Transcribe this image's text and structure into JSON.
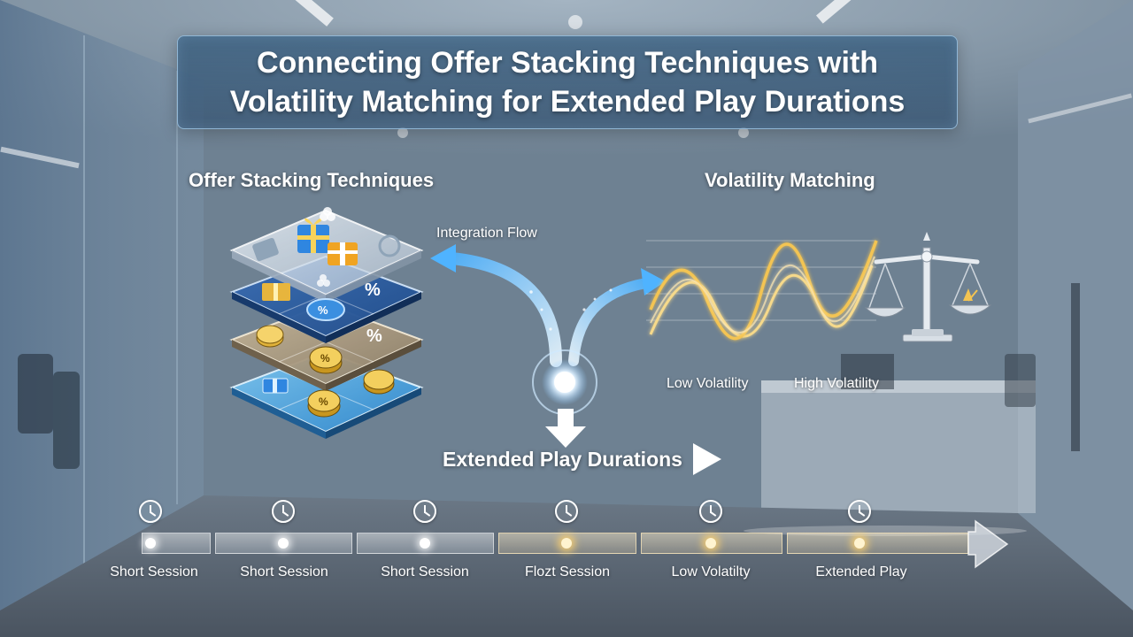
{
  "title": {
    "line1": "Connecting Offer Stacking Techniques with",
    "line2": "Volatility Matching for Extended Play Durations"
  },
  "left_section": {
    "heading": "Offer Stacking Techniques",
    "layers": [
      {
        "name": "gift-layer",
        "symbols": [
          "gift-icon",
          "gift-icon",
          "clover-icon",
          "ticket-icon"
        ]
      },
      {
        "name": "discount-layer",
        "symbols": [
          "gift-icon",
          "%",
          "%"
        ]
      },
      {
        "name": "coin-layer",
        "symbols": [
          "coin-icon",
          "%",
          "coin-icon"
        ]
      },
      {
        "name": "base-layer",
        "symbols": [
          "gift-icon",
          "coin-icon",
          "coin-icon"
        ]
      }
    ]
  },
  "integration": {
    "label": "Integration Flow"
  },
  "right_section": {
    "heading": "Volatility Matching",
    "low_label": "Low Volatility",
    "high_label": "High Volatility",
    "icon": "balance-scale-icon"
  },
  "extended": {
    "label": "Extended Play Durations"
  },
  "timeline": {
    "steps": [
      {
        "label": "Short Session",
        "warm": false
      },
      {
        "label": "Short Session",
        "warm": false
      },
      {
        "label": "Short Session",
        "warm": false
      },
      {
        "label": "Flozt Session",
        "warm": true
      },
      {
        "label": "Low Volatilty",
        "warm": true
      },
      {
        "label": "Extended Play",
        "warm": true
      }
    ]
  },
  "colors": {
    "accent_blue": "#4fb3ff",
    "accent_gold": "#f3c452",
    "title_border": "#aad2f0"
  }
}
